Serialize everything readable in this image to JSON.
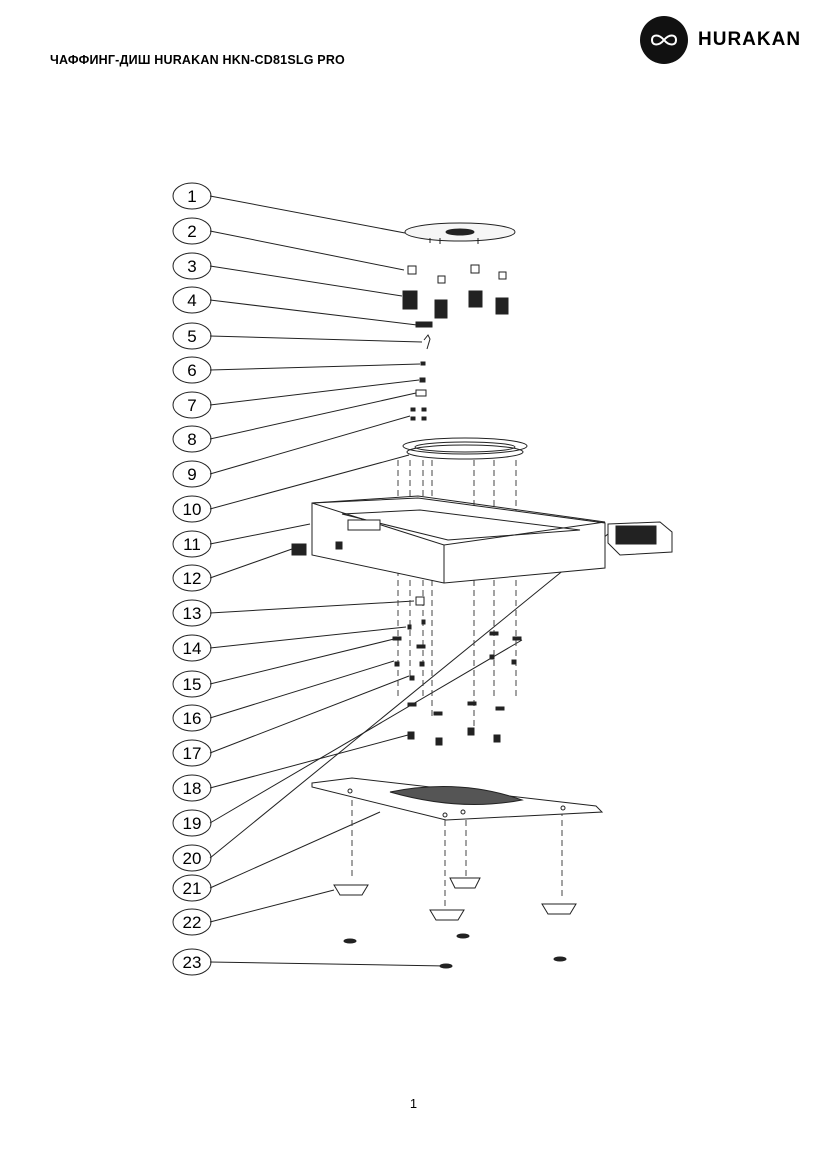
{
  "header": {
    "doc_title": "ЧАФФИНГ-ДИШ HURAKAN HKN-CD81SLG PRO",
    "brand_name": "HURAKAN"
  },
  "diagram": {
    "callouts": [
      "1",
      "2",
      "3",
      "4",
      "5",
      "6",
      "7",
      "8",
      "9",
      "10",
      "11",
      "12",
      "13",
      "14",
      "15",
      "16",
      "17",
      "18",
      "19",
      "20",
      "21",
      "22",
      "23"
    ]
  },
  "footer": {
    "page_number": "1"
  }
}
